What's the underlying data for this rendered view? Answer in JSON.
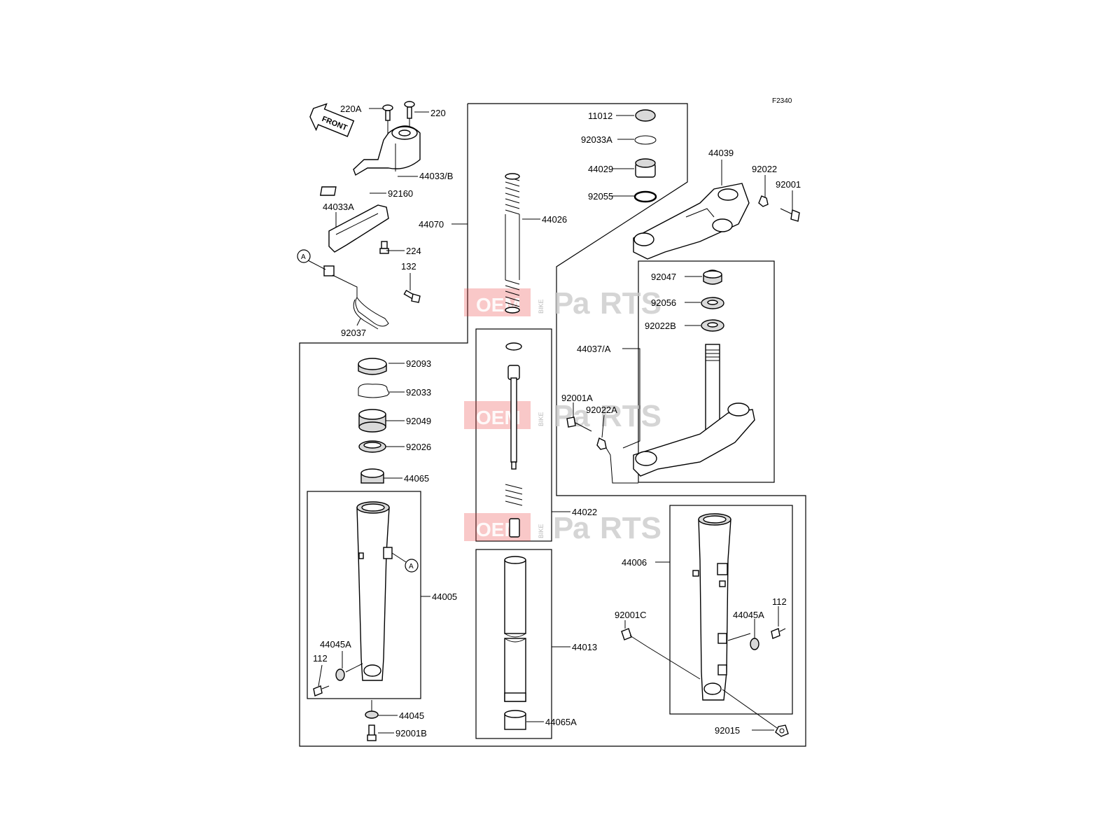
{
  "diagram_code": "F2340",
  "front_arrow_label": "FRONT",
  "ref_marker": "A",
  "watermark": {
    "left": "OEM",
    "vertical": "BIKE",
    "right_a": "P",
    "right_b": "a",
    "right_c": "RTS"
  },
  "labels": {
    "p220A": "220A",
    "p220": "220",
    "p44033B": "44033/B",
    "p92160": "92160",
    "p44033A": "44033A",
    "p224": "224",
    "p132": "132",
    "p92037": "92037",
    "p44070": "44070",
    "p11012": "11012",
    "p92033A": "92033A",
    "p44029": "44029",
    "p92055": "92055",
    "p44026": "44026",
    "p44039": "44039",
    "p92022": "92022",
    "p92001": "92001",
    "p92047": "92047",
    "p92056": "92056",
    "p92022B": "92022B",
    "p44037A": "44037/A",
    "p92001A": "92001A",
    "p92022A": "92022A",
    "p92093": "92093",
    "p92033": "92033",
    "p92049": "92049",
    "p92026": "92026",
    "p44065": "44065",
    "p44022": "44022",
    "p44005": "44005",
    "p44013": "44013",
    "p44006": "44006",
    "p112a": "112",
    "p92001C": "92001C",
    "p44045Aa": "44045A",
    "p44045Ab": "44045A",
    "p112b": "112",
    "p44045": "44045",
    "p92001B": "92001B",
    "p44065A": "44065A",
    "p92015": "92015"
  }
}
